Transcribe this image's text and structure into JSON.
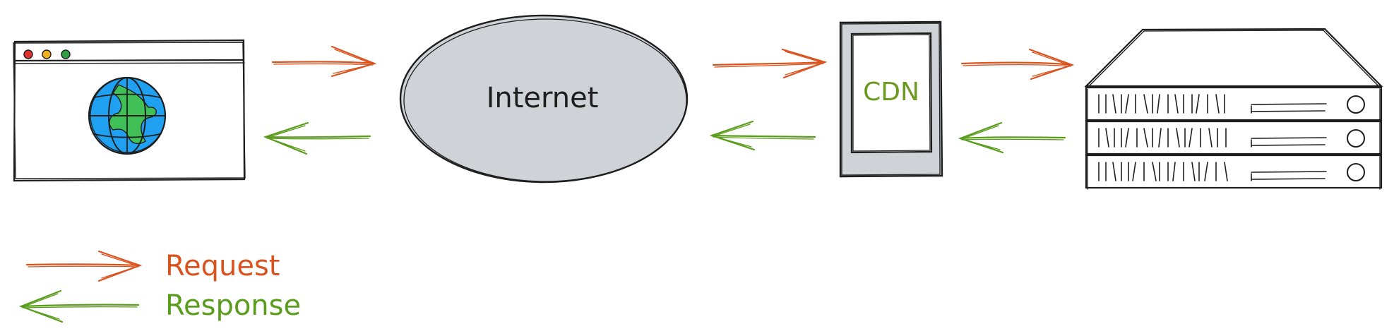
{
  "nodes": {
    "browser": {
      "icon": "browser-window-globe-icon"
    },
    "internet": {
      "label": "Internet",
      "fill": "#cfd3d8"
    },
    "cdn": {
      "label": "CDN",
      "fill": "#cfd3d8",
      "label_color": "#6a9a1f"
    },
    "server": {
      "icon": "server-rack-icon"
    }
  },
  "legend": {
    "request_label": "Request",
    "response_label": "Response"
  },
  "colors": {
    "request": "#d9531e",
    "response": "#5a9c1c",
    "stroke": "#1e1e1e",
    "globe_blue": "#1fa0f0",
    "globe_green": "#40c057",
    "dot_red": "#e03131",
    "dot_yellow": "#f2b01e",
    "dot_green": "#2f9e44"
  }
}
